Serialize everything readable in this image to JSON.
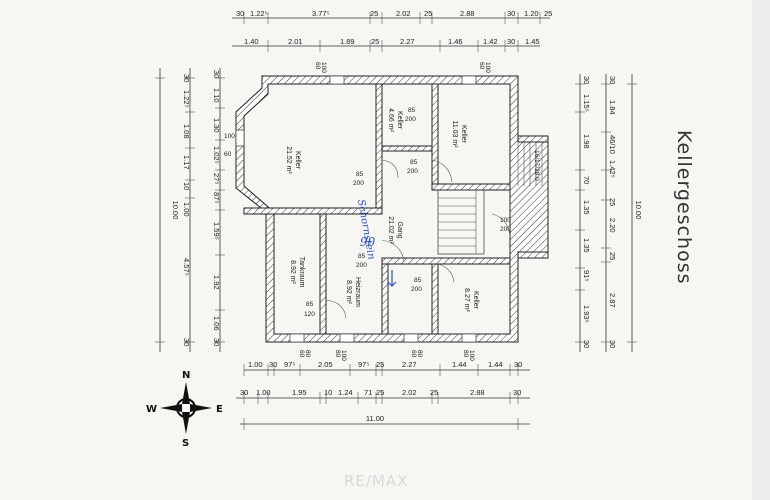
{
  "title": "Kellergeschoss",
  "watermark": "RE/MAX",
  "compass": {
    "n": "N",
    "s": "S",
    "e": "E",
    "w": "W"
  },
  "top_dims_row1": [
    "30",
    "1.22⁵",
    "3.77⁵",
    "25",
    "2.02",
    "25",
    "2.88",
    "30",
    "1.20",
    "25"
  ],
  "top_dims_row2": [
    "1.40",
    "2.01",
    "1.89",
    "25",
    "2.27",
    "1.46",
    "1.42",
    "30",
    "1.45"
  ],
  "bottom_dims_row1": [
    "1.00",
    "30",
    "97⁵",
    "2.05",
    "97⁵",
    "25",
    "2.27",
    "1.44",
    "1.44",
    "30"
  ],
  "bottom_dims_row2": [
    "30",
    "1.00",
    "1.95",
    "10",
    "1.24",
    "71",
    "25",
    "2.02",
    "25",
    "2.88",
    "30"
  ],
  "bottom_total": "11.00",
  "left_dims_outer": [
    "30",
    "1.22⁵",
    "1.08",
    "1.17",
    "10",
    "1.00",
    "4.57⁵",
    "30"
  ],
  "left_dims_inner": [
    "30",
    "1.10",
    "1.30",
    "1.02⁵",
    "27⁵",
    "87⁵",
    "1.59⁵",
    "1.92",
    "1.06",
    "30"
  ],
  "left_total": "10.00",
  "right_dims_inner": [
    "30",
    "1.15⁵",
    "1.98",
    "70",
    "1.35",
    "1.35",
    "91⁵",
    "1.93⁵",
    "30"
  ],
  "right_dims_outer": [
    "30",
    "1.84",
    "46/10",
    "1.42⁵",
    "25",
    "2.20",
    "25",
    "2.87",
    "30"
  ],
  "right_total": "10.00",
  "rooms": [
    {
      "name": "Keller",
      "area": "21.52 m²"
    },
    {
      "name": "Keller",
      "area": "4.66 m²"
    },
    {
      "name": "Keller",
      "area": "11.03 m²"
    },
    {
      "name": "Gang",
      "area": "21.02 m²"
    },
    {
      "name": "Tankraum",
      "area": "8.92 m²"
    },
    {
      "name": "Heizraum",
      "area": "8.92 m²"
    },
    {
      "name": "Keller",
      "area": "8.27 m²"
    }
  ],
  "doors": [
    {
      "w": "85",
      "h": "200"
    },
    {
      "w": "85",
      "h": "200"
    },
    {
      "w": "85",
      "h": "200"
    },
    {
      "w": "85",
      "h": "200"
    },
    {
      "w": "85",
      "h": "200"
    },
    {
      "w": "85",
      "h": "120"
    },
    {
      "w": "100",
      "h": "200"
    }
  ],
  "windows": [
    {
      "w": "100",
      "h": "60"
    },
    {
      "w": "100",
      "h": "60"
    },
    {
      "w": "100",
      "h": "60"
    },
    {
      "w": "80",
      "h": "60"
    },
    {
      "w": "100",
      "h": "80"
    },
    {
      "w": "80",
      "h": "60"
    },
    {
      "w": "100",
      "h": "80"
    }
  ],
  "stairs_label": "16/17/28.0",
  "stairs_numbers": [
    "16",
    "17",
    "28.0"
  ],
  "handwriting": "Schornstein",
  "handwriting_mark": "90"
}
